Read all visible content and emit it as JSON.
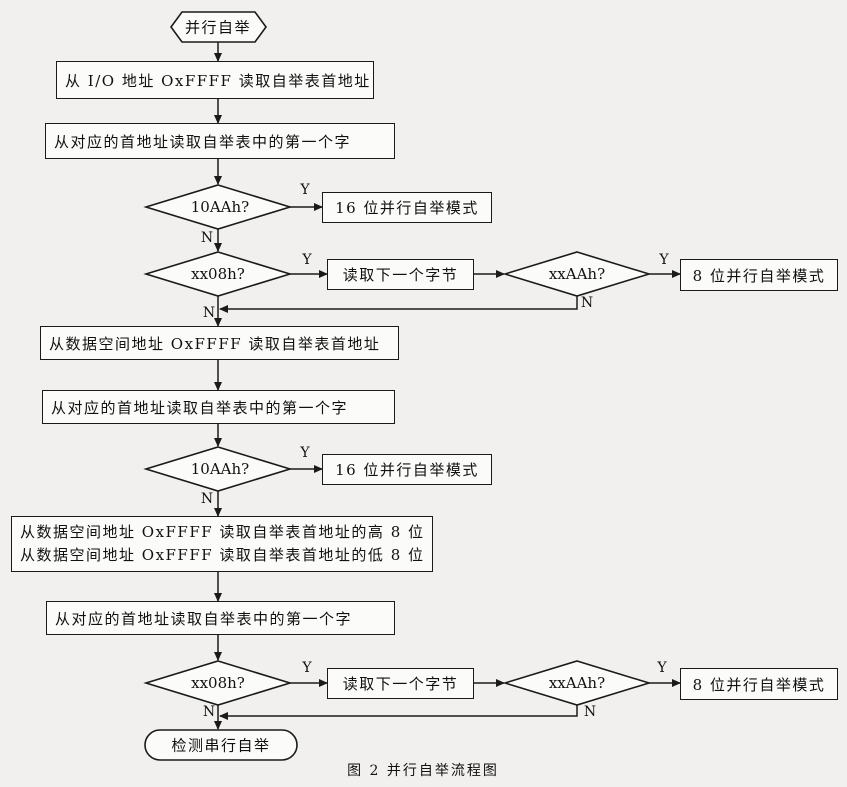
{
  "start": "并行自举",
  "end": "检测串行自举",
  "caption": "图 2  并行自举流程图",
  "label_yes": "Y",
  "label_no": "N",
  "steps": {
    "read_io": "从 I/O 地址 OxFFFF 读取自举表首地址",
    "read_first_word_1": "从对应的首地址读取自举表中的第一个字",
    "read_next_byte_1": "读取下一个字节",
    "read_data_space": "从数据空间地址 OxFFFF 读取自举表首地址",
    "read_first_word_2": "从对应的首地址读取自举表中的第一个字",
    "read_high8": "从数据空间地址 OxFFFF 读取自举表首地址的高 8 位",
    "read_low8": "从数据空间地址 OxFFFF 读取自举表首地址的低 8 位",
    "read_first_word_3": "从对应的首地址读取自举表中的第一个字",
    "read_next_byte_2": "读取下一个字节"
  },
  "decisions": {
    "d1": "10AAh?",
    "d2": "xx08h?",
    "d3": "xxAAh?",
    "d4": "10AAh?",
    "d5": "xx08h?",
    "d6": "xxAAh?"
  },
  "results": {
    "mode16_1": "16 位并行自举模式",
    "mode8_1": "8 位并行自举模式",
    "mode16_2": "16 位并行自举模式",
    "mode8_2": "8 位并行自举模式"
  }
}
